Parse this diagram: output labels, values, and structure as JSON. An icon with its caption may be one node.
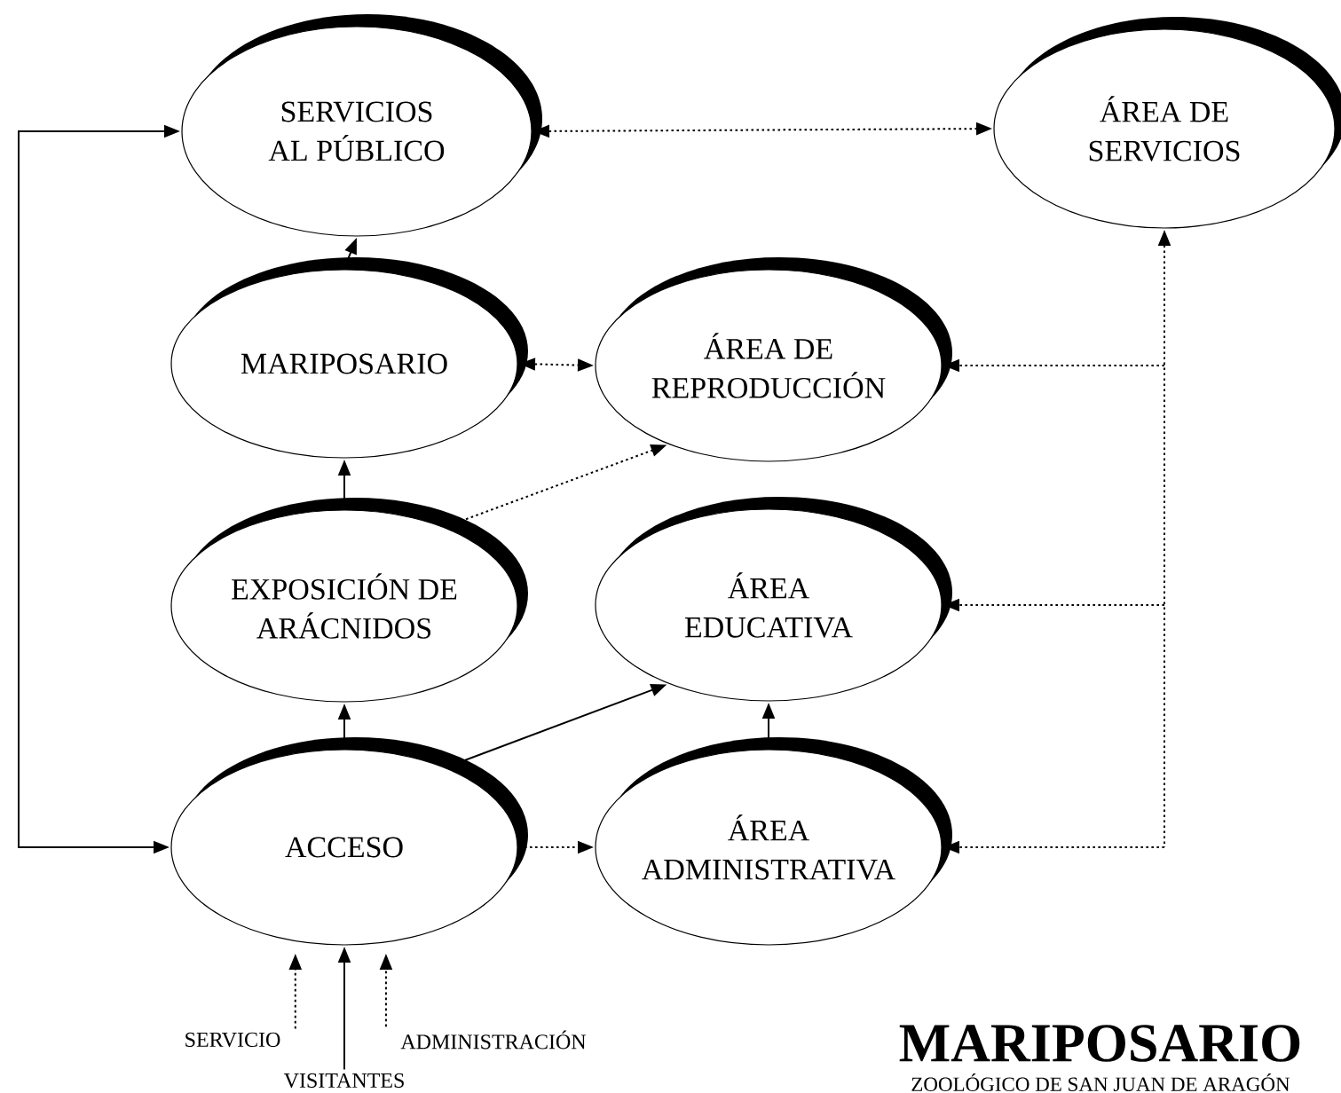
{
  "diagram": {
    "nodes": [
      {
        "text": [
          "SERVICIOS AL PÚBLICO"
        ]
      },
      {
        "text": [
          "ÁREA DE SERVICIOS"
        ]
      },
      {
        "text": [
          "MARIPOSARIO"
        ]
      },
      {
        "text": [
          "ÁREA DE REPRODUCCIÓN"
        ]
      },
      {
        "text": [
          "EXPOSICIÓN DE ARÁCNIDOS"
        ]
      },
      {
        "text": [
          "ÁREA EDUCATIVA"
        ]
      },
      {
        "text": [
          "ACCESO"
        ]
      },
      {
        "text": [
          "ÁREA ADMINISTRATIVA"
        ]
      },
      {
        "text": [
          "SERVICIO"
        ]
      },
      {
        "text": [
          "VISITANTES"
        ]
      },
      {
        "text": [
          "ADMINISTRACIÓN"
        ]
      }
    ],
    "edges": [
      {
        "from": 6,
        "to": 0,
        "arrow": "both"
      },
      {
        "from": 0,
        "to": 1,
        "arrow": "both",
        "style": "dashed"
      },
      {
        "from": 2,
        "to": 0,
        "arrow": "to"
      },
      {
        "from": 2,
        "to": 3,
        "arrow": "both",
        "style": "dashed"
      },
      {
        "from": 4,
        "to": 2,
        "arrow": "to"
      },
      {
        "from": 4,
        "to": 3,
        "arrow": "to",
        "style": "dashed"
      },
      {
        "from": 6,
        "to": 4,
        "arrow": "to"
      },
      {
        "from": 6,
        "to": 5,
        "arrow": "to"
      },
      {
        "from": 7,
        "to": 5,
        "arrow": "to"
      },
      {
        "from": 6,
        "to": 7,
        "arrow": "to",
        "style": "dashed"
      },
      {
        "from": 3,
        "to": 1,
        "arrow": "both",
        "style": "dashed"
      },
      {
        "from": 5,
        "to": 1,
        "arrow": "both",
        "style": "dashed"
      },
      {
        "from": 7,
        "to": 1,
        "arrow": "both",
        "style": "dashed"
      },
      {
        "from": 8,
        "to": 6,
        "arrow": "to",
        "style": "dashed"
      },
      {
        "from": 9,
        "to": 6,
        "arrow": "to"
      },
      {
        "from": 10,
        "to": 6,
        "arrow": "to",
        "style": "dashed"
      }
    ],
    "labels": [
      "MARIPOSARIO",
      "ZOOLÓGICO DE SAN JUAN DE ARAGÓN"
    ]
  }
}
